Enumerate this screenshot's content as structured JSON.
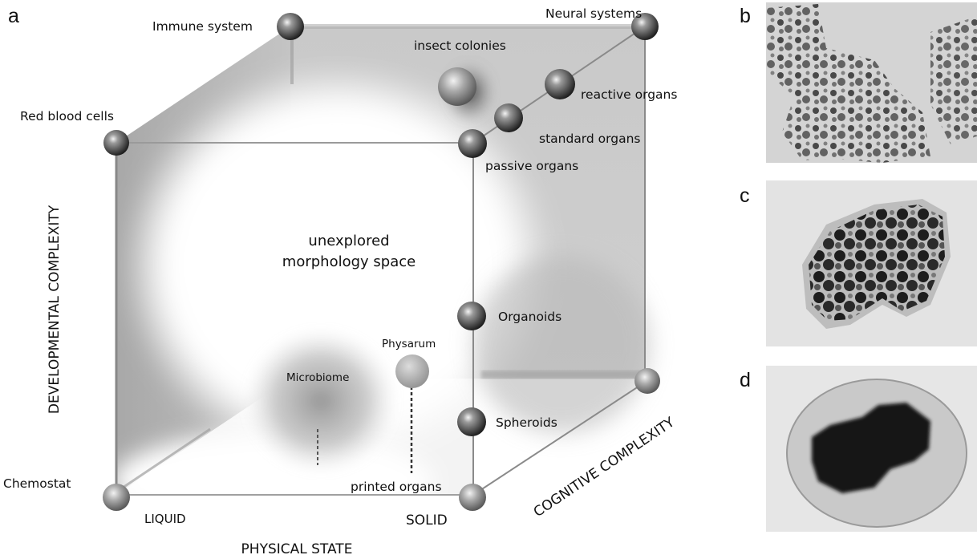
{
  "figure": {
    "panels": {
      "a": "a",
      "b": "b",
      "c": "c",
      "d": "d"
    },
    "axes": {
      "vertical": "DEVELOPMENTAL COMPLEXITY",
      "horizontal": "PHYSICAL STATE",
      "depth": "COGNITIVE COMPLEXITY",
      "horizontal_ends": {
        "left": "LIQUID",
        "right": "SOLID"
      }
    },
    "center_label": [
      "unexplored",
      "morphology space"
    ],
    "nodes": [
      {
        "id": "immune-system",
        "label": "Immune system"
      },
      {
        "id": "neural-systems",
        "label": "Neural systems"
      },
      {
        "id": "insect-colonies",
        "label": "insect colonies"
      },
      {
        "id": "red-blood-cells",
        "label": "Red blood cells"
      },
      {
        "id": "reactive-organs",
        "label": "reactive organs"
      },
      {
        "id": "standard-organs",
        "label": "standard organs"
      },
      {
        "id": "passive-organs",
        "label": "passive organs"
      },
      {
        "id": "organoids",
        "label": "Organoids"
      },
      {
        "id": "physarum",
        "label": "Physarum"
      },
      {
        "id": "microbiome",
        "label": "Microbiome"
      },
      {
        "id": "spheroids",
        "label": "Spheroids"
      },
      {
        "id": "chemostat",
        "label": "Chemostat"
      },
      {
        "id": "printed-organs",
        "label": "printed organs"
      },
      {
        "id": "front-right-back-corner",
        "label": ""
      }
    ],
    "micrographs": [
      {
        "panel": "b",
        "description": "dispersed cell aggregates"
      },
      {
        "panel": "c",
        "description": "loose cell cluster"
      },
      {
        "panel": "d",
        "description": "compact spheroid"
      }
    ]
  }
}
